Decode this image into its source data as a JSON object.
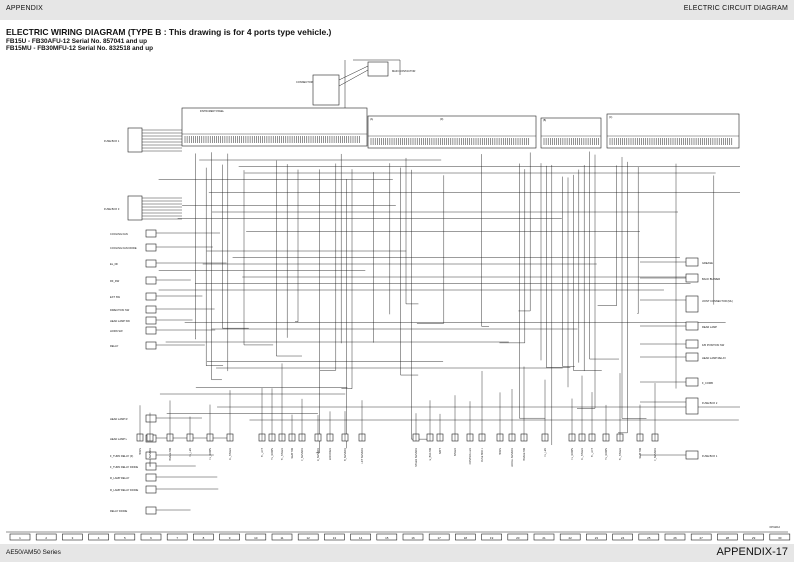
{
  "header": {
    "left": "APPENDIX",
    "right": "ELECTRIC CIRCUIT DIAGRAM"
  },
  "title": "ELECTRIC WIRING DIAGRAM (TYPE B : This drawing is for 4 ports type vehicle.)",
  "subtitle_1": "FB15U - FB30AFU-12 Serial No. 857041 and up",
  "subtitle_2": "FB15MU - FB30MFU-12 Serial No. 832518 and up",
  "footer": {
    "left": "AE50/AM50 Series",
    "right": "APPENDIX-17"
  },
  "diagram": {
    "left_labels": [
      "FUSE BOX 1",
      "FUSE BOX 3",
      "COOLING FAN",
      "COOLING FAN DIODE",
      "EL_DF",
      "RF_DW",
      "EXT SW",
      "DIRECTION SW",
      "HEAD LAMP SW",
      "HORN SW",
      "RELAY",
      "HEAD LAMP R",
      "HEAD LAMP L",
      "F_TURN RELAY (F)",
      "F_TURN RELAY DIODE",
      "R_LAMP RELAY",
      "R_LAMP RELAY DIODE",
      "RELAY DIODE"
    ],
    "right_labels": [
      "GREASE",
      "BACK BUZZER",
      "JOINT CONNECTOR (ML)",
      "REAR LAMP",
      "F/R POSITION SW",
      "HEAD LAMP RELAY",
      "F_COMB",
      "FUSE BOX 2",
      "FUSE BOX 1"
    ],
    "top_labels": [
      "CONNECTOR",
      "INSTRUMENT PANEL",
      "(A)",
      "(B)",
      "(C)",
      "(D)",
      "MAIN CONTACTOR"
    ],
    "bottom_labels": [
      "HORN",
      "ACCEL SENSOR",
      "BRAKE SW",
      "FL_LEV",
      "FL_DOWN",
      "FL_STEER",
      "TL_LIFT",
      "TL_DOWN",
      "TL_STEER",
      "SEAT SW",
      "F_SENSOR",
      "R_SENSOR",
      "ENCODER",
      "B_SENSOR",
      "LIFT SENSOR",
      "STEER SENSOR",
      "E_BRK SW",
      "BATT",
      "SPEED",
      "CONTROLLER",
      "FUSE BOX 1"
    ],
    "page_numbers": [
      "1",
      "2",
      "3",
      "4",
      "5",
      "6",
      "7",
      "8",
      "9",
      "10",
      "11",
      "12",
      "13",
      "14",
      "15",
      "16",
      "17",
      "18",
      "19",
      "20",
      "21",
      "22",
      "23",
      "24",
      "25",
      "26",
      "27",
      "28",
      "29",
      "30"
    ],
    "drawing_code": "09YA012"
  }
}
